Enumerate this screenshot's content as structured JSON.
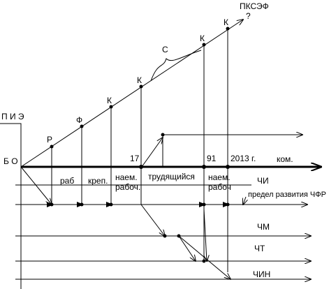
{
  "title": {
    "main": "ПКСЭФ",
    "question": "?"
  },
  "left_labels": {
    "pie": "П И Э",
    "bo": "Б О"
  },
  "points": {
    "r": "Р",
    "f": "Ф",
    "k1": "К",
    "k2": "К",
    "k3": "К",
    "k4": "К",
    "c": "С"
  },
  "axis": {
    "t17": "17",
    "t91": "91",
    "t2013": "2013 г.",
    "kom": "ком."
  },
  "stages": {
    "rab": "раб",
    "krep": "креп.",
    "naem1_line1": "наем.",
    "naem1_line2": "рабоч.",
    "trud": "трудящийся",
    "naem2_line1": "наем.",
    "naem2_line2": "рабоч"
  },
  "rows": {
    "chi": "ЧИ",
    "chfr": "предел развития ЧФР",
    "chm": "ЧМ",
    "cht": "ЧТ",
    "chin": "ЧИН"
  }
}
